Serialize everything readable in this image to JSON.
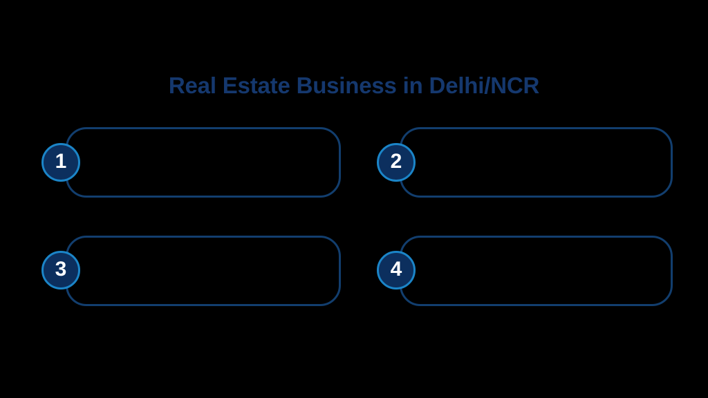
{
  "slide": {
    "background_color": "#000000",
    "title": "Real Estate Business in Delhi/NCR",
    "title_color": "#15386e",
    "accent_border_color": "#123e6e",
    "badge_fill_color": "#0c2f5e",
    "badge_ring_color": "#1b85c8",
    "badge_text_color": "#ffffff"
  },
  "items": [
    {
      "number": "1",
      "text": ""
    },
    {
      "number": "2",
      "text": ""
    },
    {
      "number": "3",
      "text": ""
    },
    {
      "number": "4",
      "text": ""
    }
  ]
}
